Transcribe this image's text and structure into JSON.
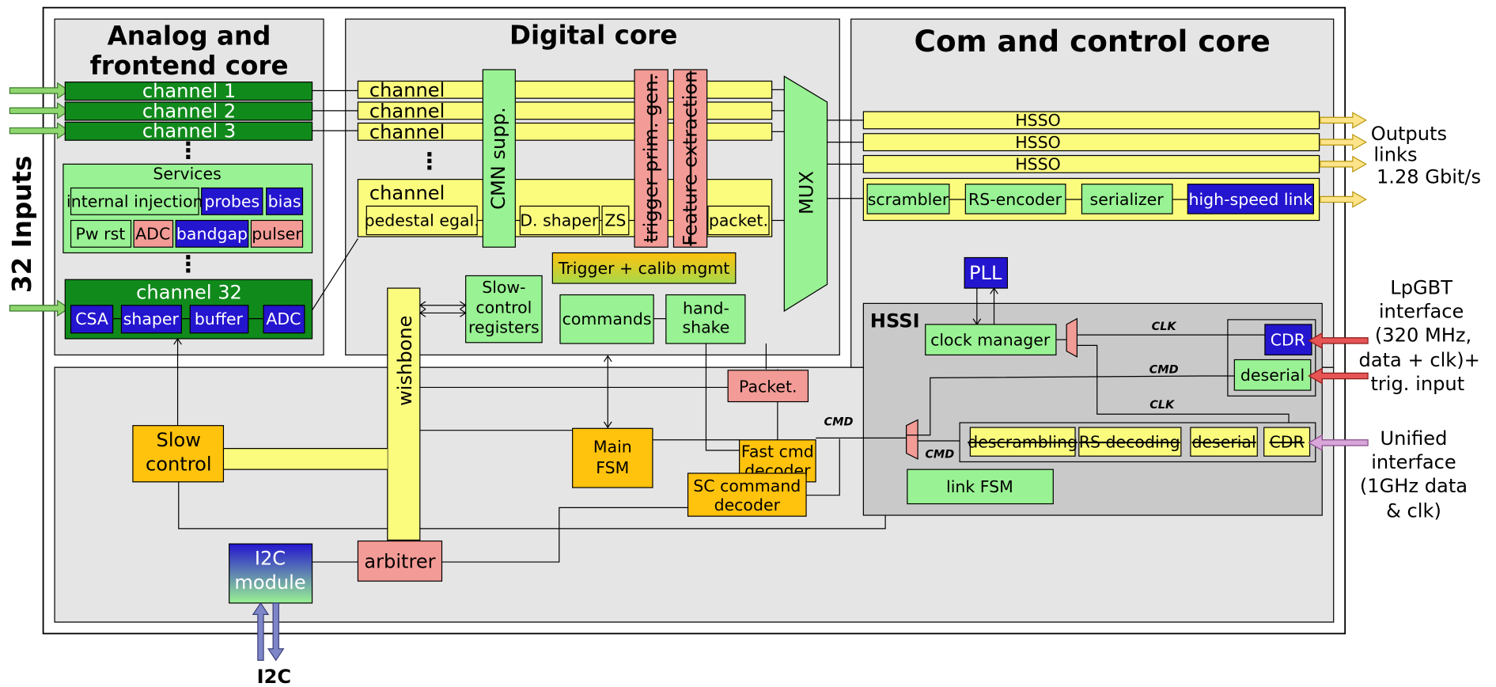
{
  "titles": {
    "analog_line1": "Analog and",
    "analog_line2": "frontend core",
    "digital": "Digital core",
    "com": "Com and control core"
  },
  "inputs": {
    "label": "32  Inputs"
  },
  "analog": {
    "channels": [
      "channel 1",
      "channel 2",
      "channel 3"
    ],
    "dots": "⋮",
    "services": {
      "title": "Services",
      "row1": [
        "internal injection",
        "probes",
        "bias"
      ],
      "row2": [
        "Pw rst",
        "ADC",
        "bandgap",
        "pulser"
      ]
    },
    "channel32": {
      "title": "channel 32",
      "blocks": [
        "CSA",
        "shaper",
        "buffer",
        "ADC"
      ]
    }
  },
  "digital": {
    "channel_rows": [
      "channel",
      "channel",
      "channel"
    ],
    "channel_big": "channel",
    "dots": "⋮",
    "cmn": "CMN  supp.",
    "trigger_prim": "trigger prim. gen.",
    "feature": "Feature extraction",
    "mux": "MUX",
    "pipeline": [
      "pedestal egal.",
      "D. shaper",
      "ZS",
      "packet."
    ],
    "trigger_calib": "Trigger + calib mgmt",
    "slow_control_registers": [
      "Slow-",
      "control",
      "registers"
    ],
    "commands": "commands",
    "handshake": [
      "hand-",
      "shake"
    ]
  },
  "com": {
    "hsso": [
      "HSSO",
      "HSSO",
      "HSSO"
    ],
    "tx_chain": [
      "scrambler",
      "RS-encoder",
      "serializer",
      "high-speed link"
    ],
    "outputs": [
      "Outputs",
      "links",
      "1.28 Gbit/s"
    ],
    "pll": "PLL",
    "hssi": "HSSI",
    "clock_manager": "clock manager",
    "cdr_top": "CDR",
    "deserial_top": "deserial",
    "rx_chain": [
      "descrambling",
      "RS decoding",
      "deserial",
      "CDR"
    ],
    "link_fsm": "link FSM",
    "sig_clk": "CLK",
    "sig_cmd": "CMD",
    "lpgbt": [
      "LpGBT",
      "interface",
      "(320 MHz,",
      "data + clk)+",
      "trig. input"
    ],
    "unified": [
      "Unified",
      "interface",
      "(1GHz data",
      "& clk)"
    ]
  },
  "control": {
    "slow_control": [
      "Slow",
      "control"
    ],
    "wishbone": "wishbone",
    "packet": "Packet.",
    "main_fsm": [
      "Main",
      "FSM"
    ],
    "fast_cmd": [
      "Fast cmd",
      "decoder"
    ],
    "sc_cmd": [
      "SC command",
      "decoder"
    ],
    "arbitrer": "arbitrer",
    "i2c_module": [
      "I2C",
      "module"
    ],
    "i2c_label": "I2C"
  },
  "colors": {
    "panel": "#e5e5e5",
    "dark_green": "#118a1c",
    "light_green": "#99f293",
    "blue": "#2415cf",
    "salmon": "#f39b96",
    "yellow": "#fbfb7e",
    "orange": "#ffc20d",
    "hssi_gray": "#c9c9c9",
    "in_arrow": "#8fd66f",
    "out_arrow": "#fde48a",
    "lpgbt_arrow": "#e65454",
    "unified_arrow": "#d8a6d8",
    "i2c_arrow": "#7e86c8"
  }
}
